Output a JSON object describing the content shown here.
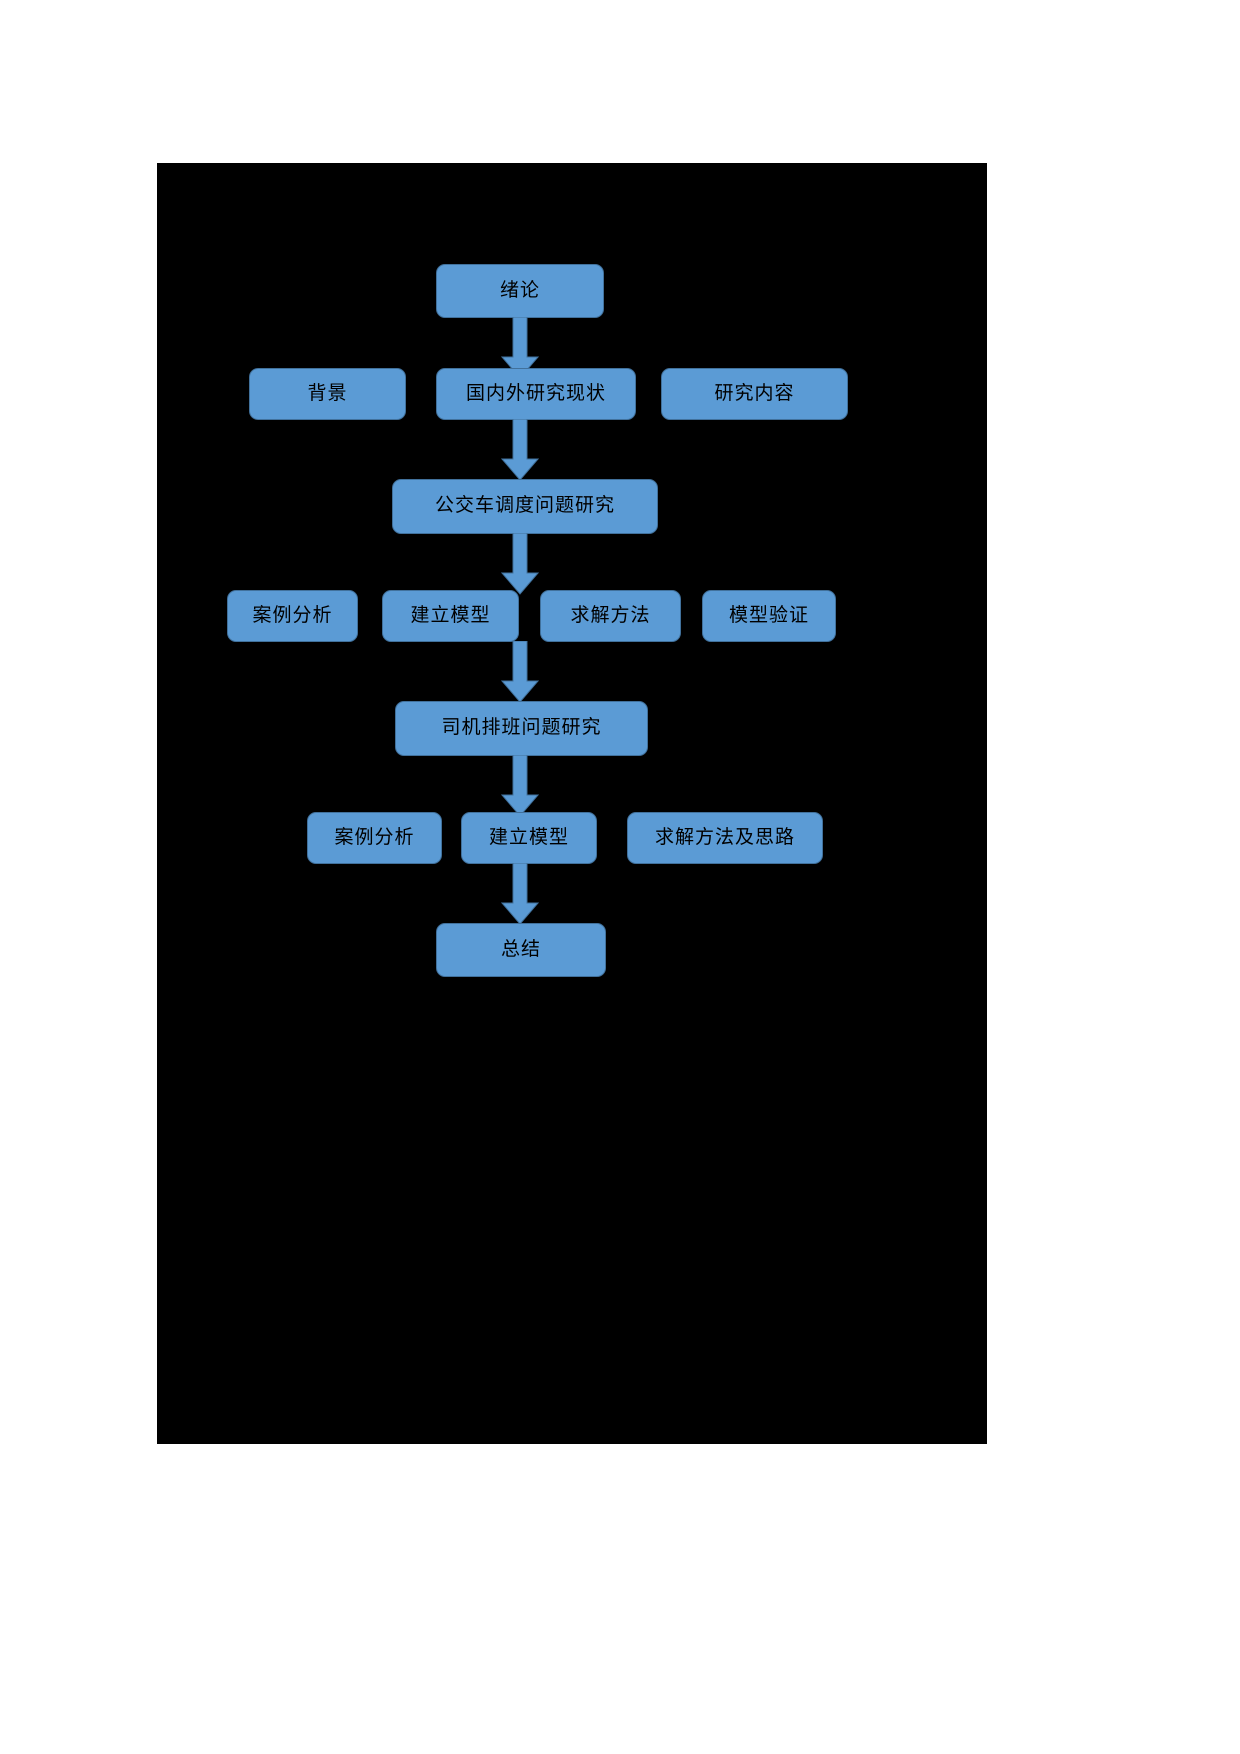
{
  "document": {
    "page_background": "#ffffff",
    "canvas_background": "#000000",
    "node_fill": "#5B9BD5",
    "node_stroke": "#41719C",
    "arrow_fill": "#5B9BD5",
    "text_color": "#000000"
  },
  "chart_data": {
    "type": "diagram",
    "title": "",
    "orientation": "top-to-bottom",
    "levels": [
      {
        "level": 1,
        "nodes": [
          "绪论"
        ]
      },
      {
        "level": 2,
        "nodes": [
          "背景",
          "国内外研究现状",
          "研究内容"
        ]
      },
      {
        "level": 3,
        "nodes": [
          "公交车调度问题研究"
        ]
      },
      {
        "level": 4,
        "nodes": [
          "案例分析",
          "建立模型",
          "求解方法",
          "模型验证"
        ]
      },
      {
        "level": 5,
        "nodes": [
          "司机排班问题研究"
        ]
      },
      {
        "level": 6,
        "nodes": [
          "案例分析",
          "建立模型",
          "求解方法及思路"
        ]
      },
      {
        "level": 7,
        "nodes": [
          "总结"
        ]
      }
    ]
  },
  "flow": {
    "nodes": {
      "n1_intro": "绪论",
      "n2_background": "背景",
      "n2_research_status": "国内外研究现状",
      "n2_research_content": "研究内容",
      "n3_bus_scheduling": "公交车调度问题研究",
      "n4_case_analysis": "案例分析",
      "n4_build_model": "建立模型",
      "n4_solution_method": "求解方法",
      "n4_model_validation": "模型验证",
      "n5_driver_scheduling": "司机排班问题研究",
      "n6_case_analysis": "案例分析",
      "n6_build_model": "建立模型",
      "n6_solution_method_ideas": "求解方法及思路",
      "n7_summary": "总结"
    }
  }
}
